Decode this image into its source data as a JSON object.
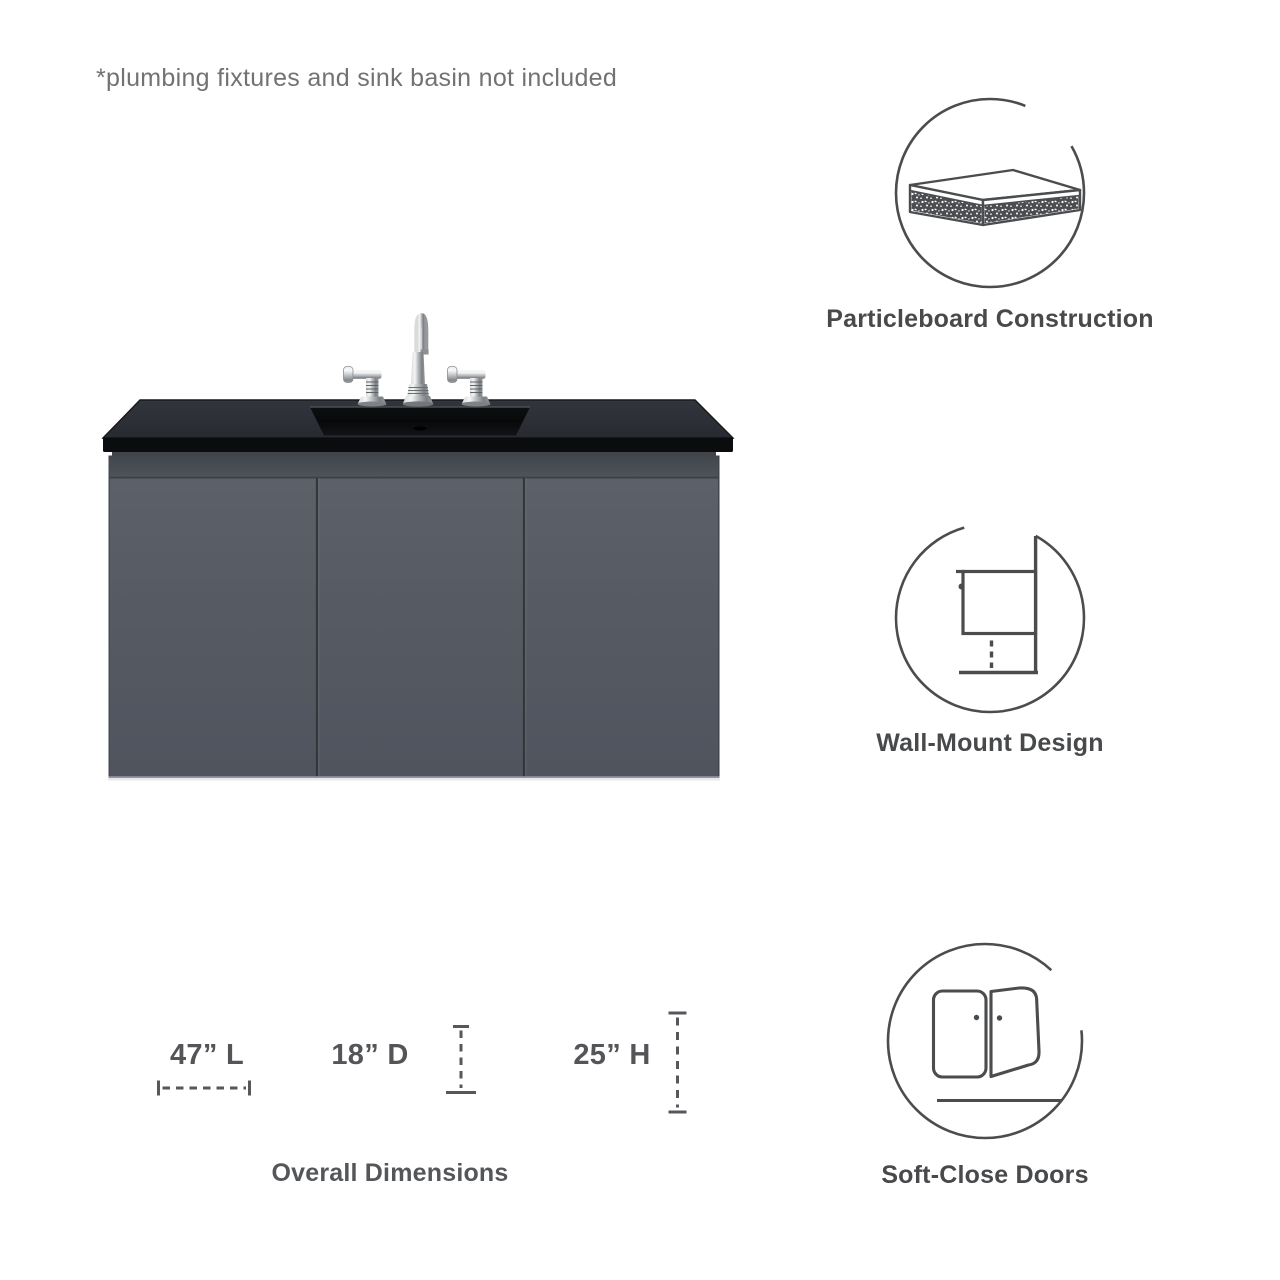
{
  "disclaimer": "*plumbing fixtures and sink basin not included",
  "features": [
    {
      "label": "Particleboard Construction",
      "icon": "particleboard-icon"
    },
    {
      "label": "Wall-Mount Design",
      "icon": "wall-mount-icon"
    },
    {
      "label": "Soft-Close Doors",
      "icon": "soft-close-doors-icon"
    }
  ],
  "dimensions": {
    "length": "47” L",
    "depth": "18” D",
    "height": "25” H",
    "caption": "Overall Dimensions"
  },
  "colors": {
    "cabinet_gray": "#54585e",
    "countertop_top": "#2b2f35",
    "countertop_edge": "#0b0c0e",
    "sink_black": "#0a0b0d",
    "icon_line": "#4a4c4e",
    "feature_text": "#48494b",
    "dimension_text": "#535559",
    "disclaimer_text": "#717274",
    "chrome_light": "#f2f3f3",
    "chrome_dark": "#7c8084"
  }
}
